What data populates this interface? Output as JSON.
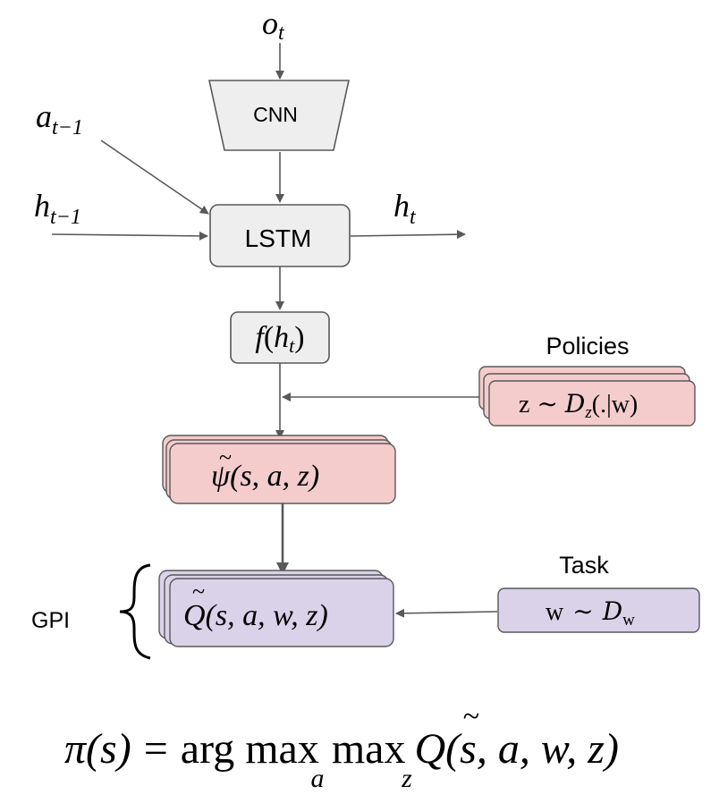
{
  "inputs": {
    "observation": {
      "base": "o",
      "sub": "t"
    },
    "prev_action": {
      "base": "a",
      "sub": "t−1"
    },
    "prev_hidden": {
      "base": "h",
      "sub": "t−1"
    },
    "hidden_out": {
      "base": "h",
      "sub": "t"
    }
  },
  "blocks": {
    "cnn": "CNN",
    "lstm": "LSTM",
    "features": {
      "f": "f",
      "open": "(",
      "h": "h",
      "sub": "t",
      "close": ")"
    },
    "sf": {
      "psi": "ψ",
      "tilde": "~",
      "args": "(s, a, z)"
    },
    "q": {
      "Q": "Q",
      "tilde": "~",
      "args": "(s, a, w, z)"
    }
  },
  "policies": {
    "heading": "Policies",
    "z": "z",
    "sim": "∼",
    "D": "D",
    "sub": "z",
    "arg": "(.|w)"
  },
  "task": {
    "heading": "Task",
    "w": "w",
    "sim": "∼",
    "D": "D",
    "sub": "w"
  },
  "gpi": {
    "label": "GPI",
    "brace": "{"
  },
  "formula": {
    "lhs": "π(s)",
    "eq": "=",
    "argmax": "arg max",
    "max": "max",
    "sub_a": "a",
    "sub_z": "z",
    "Q": "Q",
    "tilde": "~",
    "args": "(s, a, w, z)"
  },
  "colors": {
    "gray_fill": "#eeeeee",
    "pink_fill": "#f4cccc",
    "purple_fill": "#d9d2e9",
    "stroke": "#595959",
    "arrow": "#595959"
  }
}
